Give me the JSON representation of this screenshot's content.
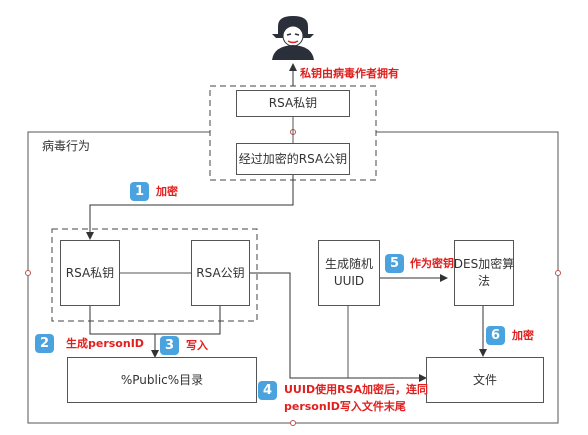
{
  "icons": {
    "hacker": "hacker-mask-icon"
  },
  "colors": {
    "accent_red": "#e0201f",
    "step_blue": "#4aa3df",
    "line": "#555555",
    "icon_body": "#2b2f3a"
  },
  "labels": {
    "private_key_owner": "私钥由病毒作者拥有",
    "virus_behavior": "病毒行为"
  },
  "nodes": {
    "rsa_private_top": "RSA私钥",
    "encrypted_rsa_public": "经过加密的RSA公钥",
    "rsa_private": "RSA私钥",
    "rsa_public": "RSA公钥",
    "uuid": "生成随机\nUUID",
    "des": "DES加密算\n法",
    "public_dir": "%Public%目录",
    "file": "文件"
  },
  "steps": [
    {
      "num": "1",
      "label": "加密"
    },
    {
      "num": "2",
      "label": "生成personID"
    },
    {
      "num": "3",
      "label": "写入"
    },
    {
      "num": "4",
      "label": "UUID使用RSA加密后，连同\npersonID写入文件末尾"
    },
    {
      "num": "5",
      "label": "作为密钥"
    },
    {
      "num": "6",
      "label": "加密"
    }
  ]
}
